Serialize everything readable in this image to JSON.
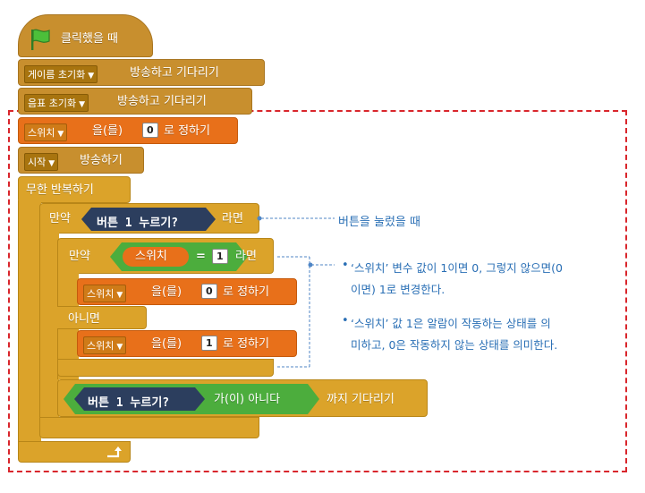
{
  "script": {
    "hat": {
      "text": "클릭했을 때"
    },
    "broadcast_wait_1": {
      "option": "게이름 초기화",
      "text": "방송하고 기다리기"
    },
    "broadcast_wait_2": {
      "option": "음표 초기화",
      "text": "방송하고 기다리기"
    },
    "set_var": {
      "var": "스위치",
      "text1": "을(를)",
      "value": "0",
      "text2": "로 정하기"
    },
    "broadcast": {
      "option": "시작",
      "text": "방송하기"
    },
    "forever": {
      "label": "무한 반복하기"
    },
    "if_outer": {
      "label_if": "만약",
      "condition": "버튼 1 누르기?",
      "label_then": "라면"
    },
    "if_else": {
      "label_if": "만약",
      "var": "스위치",
      "op": "=",
      "value": "1",
      "label_then": "라면",
      "label_else": "아니면"
    },
    "set_in_if": {
      "var": "스위치",
      "text1": "을(를)",
      "value": "0",
      "text2": "로 정하기"
    },
    "set_in_else": {
      "var": "스위치",
      "text1": "을(를)",
      "value": "1",
      "text2": "로 정하기"
    },
    "wait_until": {
      "condition": "버튼 1 누르기?",
      "not_label": "가(이) 아니다",
      "text": "까지 기다리기"
    }
  },
  "annotations": {
    "button_pressed": "버튼을 눌렀을 때",
    "bullet1_line1": "‘스위치’ 변수 값이 1이면 0, 그렇지 않으면(0",
    "bullet1_line2": "이면) 1로 변경한다.",
    "bullet2_line1": "‘스위치’ 값 1은 알람이 작동하는 상태를 의",
    "bullet2_line2": "미하고, 0은 작동하지 않는 상태를 의미한다.",
    "bullet_symbol": "•"
  },
  "colors": {
    "control": "#dba32a",
    "events": "#c88f2e",
    "variables": "#e8701a",
    "sensing": "#2c3e5e",
    "operators": "#4cad3d",
    "highlight_border": "#d9262c",
    "annotation": "#2a6fb5"
  },
  "icons": [
    "green-flag-icon",
    "dropdown-arrow-icon",
    "repeat-arrow-icon"
  ]
}
